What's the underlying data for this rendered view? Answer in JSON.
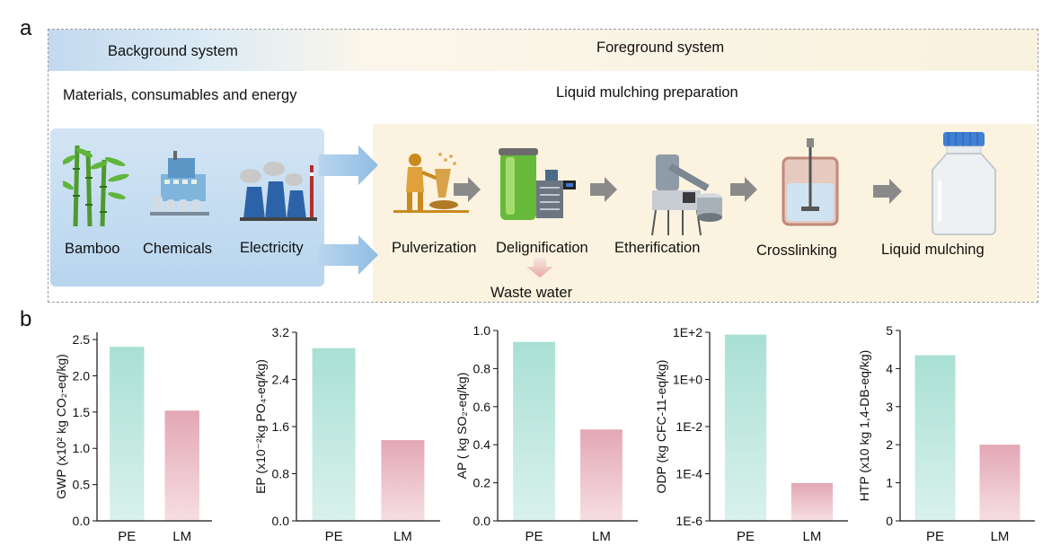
{
  "panel_a": {
    "letter": "a",
    "background_system": "Background system",
    "foreground_system": "Foreground system",
    "materials_label": "Materials, consumables and energy",
    "process_label": "Liquid mulching preparation",
    "inputs": [
      "Bamboo",
      "Chemicals",
      "Electricity"
    ],
    "steps": [
      "Pulverization",
      "Delignification",
      "Etherification",
      "Crosslinking",
      "Liquid mulching"
    ],
    "waste": "Waste  water"
  },
  "panel_b": {
    "letter": "b"
  },
  "colors": {
    "pe": "#a9e0d4",
    "lm": "#e3a7b4",
    "band_left": "#c2d9ef",
    "band_right": "#f9f2df",
    "arrow": "#8a8a8a"
  },
  "chart_data": [
    {
      "type": "bar",
      "categories": [
        "PE",
        "LM"
      ],
      "values": [
        2.4,
        1.52
      ],
      "ylabel": "GWP (x10² kg CO₂-eq/kg)",
      "ylim": [
        0,
        2.6
      ],
      "yticks": [
        0,
        0.5,
        1.0,
        1.5,
        2.0,
        2.5
      ],
      "ytick_labels": [
        "0.0",
        "0.5",
        "1.0",
        "1.5",
        "2.0",
        "2.5"
      ]
    },
    {
      "type": "bar",
      "categories": [
        "PE",
        "LM"
      ],
      "values": [
        2.93,
        1.37
      ],
      "ylabel": "EP (x10⁻²kg PO₄-eq/kg)",
      "ylim": [
        0,
        3.2
      ],
      "yticks": [
        0,
        0.8,
        1.6,
        2.4,
        3.2
      ],
      "ytick_labels": [
        "0.0",
        "0.8",
        "1.6",
        "2.4",
        "3.2"
      ]
    },
    {
      "type": "bar",
      "categories": [
        "PE",
        "LM"
      ],
      "values": [
        0.94,
        0.48
      ],
      "ylabel": "AP ( kg SO₂-eq/kg)",
      "ylim": [
        0,
        1.0
      ],
      "yticks": [
        0,
        0.2,
        0.4,
        0.6,
        0.8,
        1.0
      ],
      "ytick_labels": [
        "0.0",
        "0.2",
        "0.4",
        "0.6",
        "0.8",
        "1.0"
      ]
    },
    {
      "type": "bar",
      "categories": [
        "PE",
        "LM"
      ],
      "values": [
        80,
        4e-05
      ],
      "ylabel": "ODP (kg CFC-11-eq/kg)",
      "log": true,
      "ylim": [
        1e-06,
        100
      ],
      "yticks": [
        1e-06,
        0.0001,
        0.01,
        1,
        100
      ],
      "ytick_labels": [
        "1E-6",
        "1E-4",
        "1E-2",
        "1E+0",
        "1E+2"
      ]
    },
    {
      "type": "bar",
      "categories": [
        "PE",
        "LM"
      ],
      "values": [
        4.35,
        2.0
      ],
      "ylabel": "HTP (x10 kg 1,4-DB-eq/kg)",
      "ylim": [
        0,
        5
      ],
      "yticks": [
        0,
        1,
        2,
        3,
        4,
        5
      ],
      "ytick_labels": [
        "0",
        "1",
        "2",
        "3",
        "4",
        "5"
      ]
    }
  ]
}
